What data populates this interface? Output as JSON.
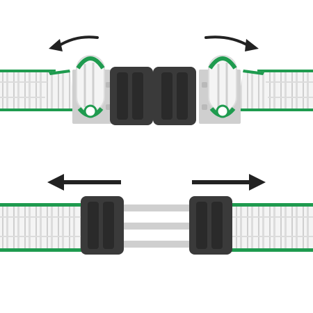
{
  "diagram": {
    "panels": [
      {
        "id": "top",
        "state": "tape-folded-back-through-buckle",
        "arrows": [
          "curved-left",
          "curved-right"
        ]
      },
      {
        "id": "bottom",
        "state": "buckle-pulled-apart",
        "arrows": [
          "straight-left",
          "straight-right"
        ]
      }
    ],
    "colors": {
      "tape_white": "#f4f4f4",
      "tape_stripe_gray": "#cfcfcf",
      "tape_edge_green": "#1f9b4f",
      "buckle_dark": "#3a3a3a",
      "buckle_groove": "#2a2a2a",
      "plate_gray": "#d0d0d0",
      "arrow": "#222222"
    },
    "icons": [
      "curved-arrow-left-icon",
      "curved-arrow-right-icon",
      "arrow-left-icon",
      "arrow-right-icon"
    ]
  }
}
